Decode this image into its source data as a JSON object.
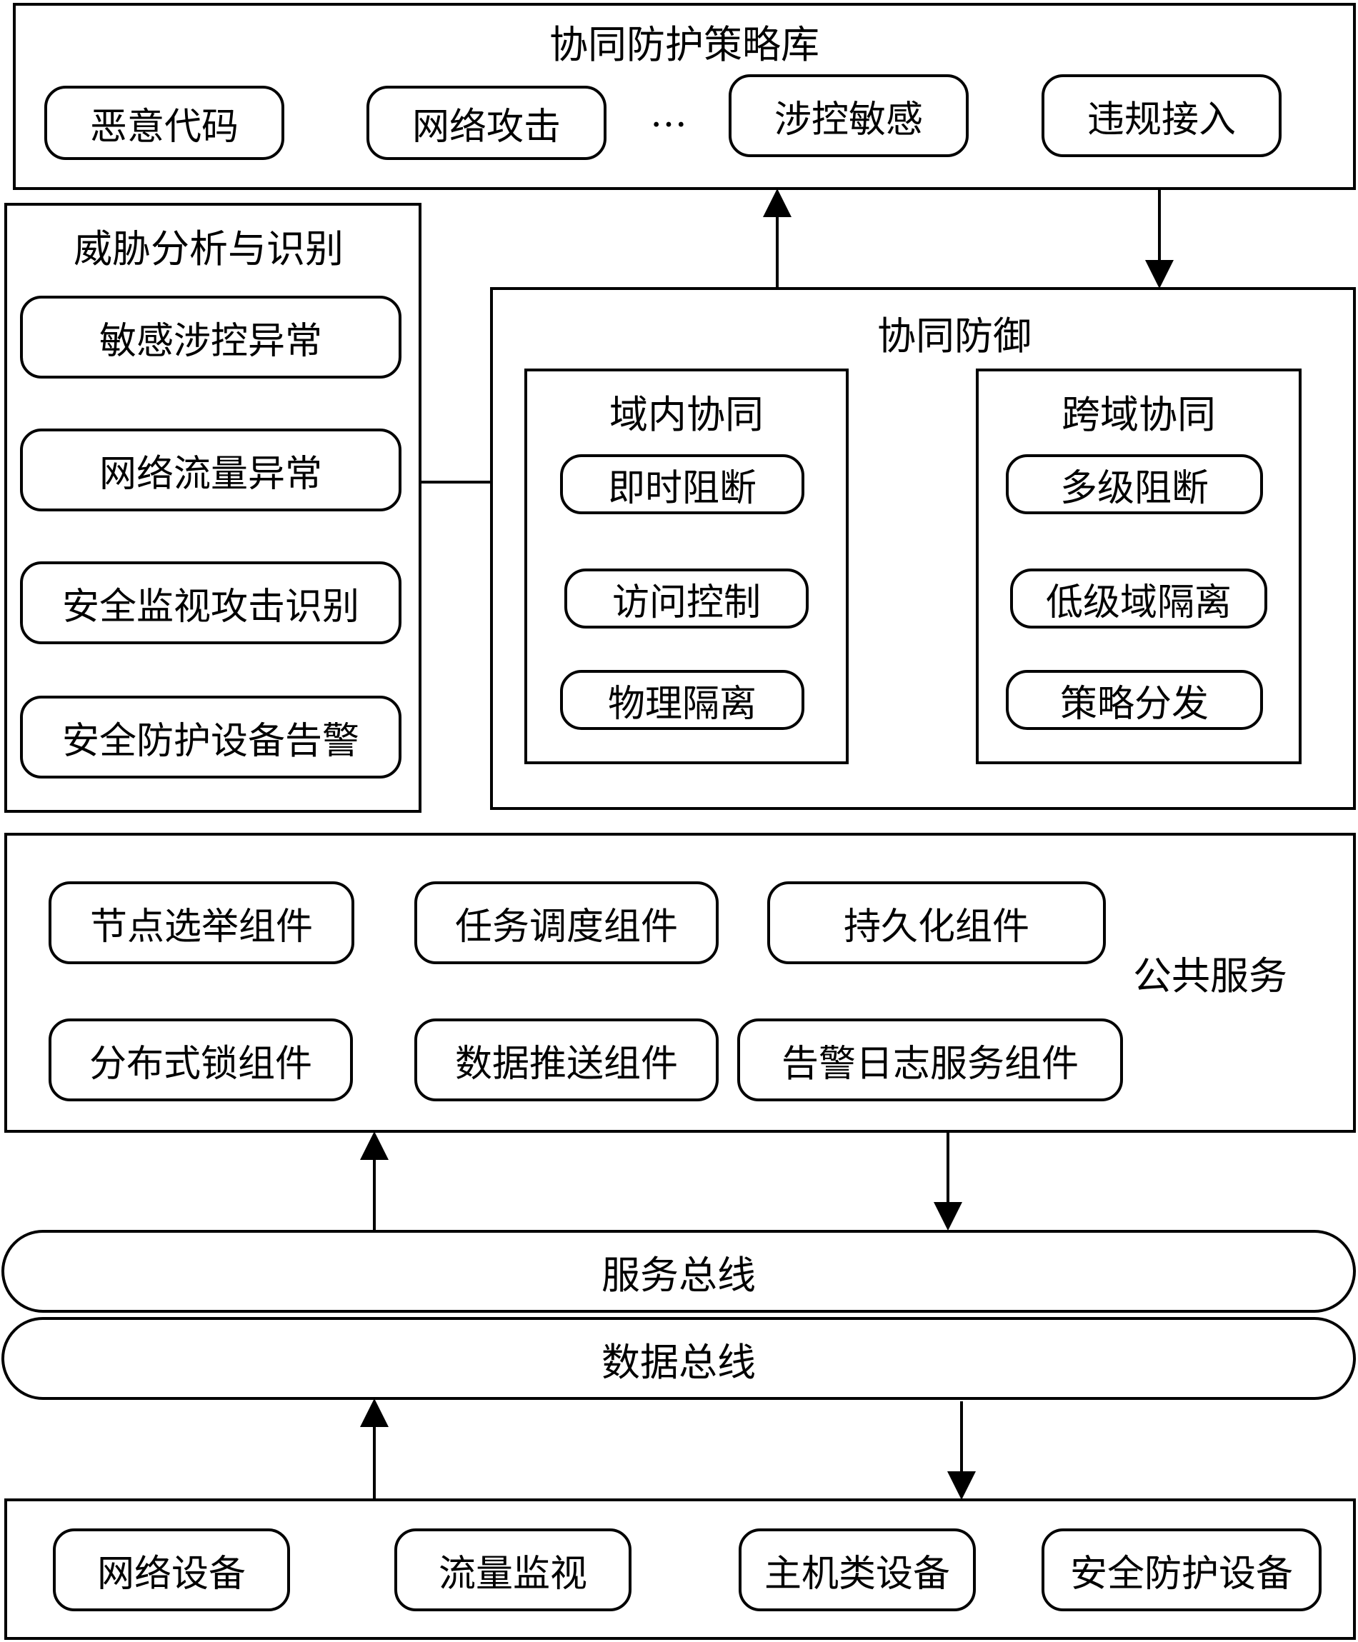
{
  "policy_library": {
    "title": "协同防护策略库",
    "items": [
      "恶意代码",
      "网络攻击",
      "涉控敏感",
      "违规接入"
    ],
    "ellipsis": "…"
  },
  "threat_analysis": {
    "title": "威胁分析与识别",
    "items": [
      "敏感涉控异常",
      "网络流量异常",
      "安全监视攻击识别",
      "安全防护设备告警"
    ]
  },
  "collab_defense": {
    "title": "协同防御",
    "intra_domain": {
      "title": "域内协同",
      "items": [
        "即时阻断",
        "访问控制",
        "物理隔离"
      ]
    },
    "cross_domain": {
      "title": "跨域协同",
      "items": [
        "多级阻断",
        "低级域隔离",
        "策略分发"
      ]
    }
  },
  "public_services": {
    "label": "公共服务",
    "items": [
      "节点选举组件",
      "任务调度组件",
      "持久化组件",
      "分布式锁组件",
      "数据推送组件",
      "告警日志服务组件"
    ]
  },
  "buses": {
    "service_bus": "服务总线",
    "data_bus": "数据总线"
  },
  "devices": {
    "items": [
      "网络设备",
      "流量监视",
      "主机类设备",
      "安全防护设备"
    ]
  }
}
